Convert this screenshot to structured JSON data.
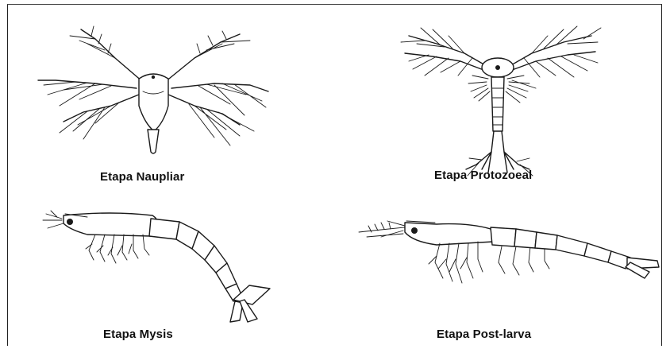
{
  "stages": [
    {
      "id": "naupliar",
      "label": "Etapa Naupliar"
    },
    {
      "id": "protozoeal",
      "label": "Etapa Protozoeal"
    },
    {
      "id": "mysis",
      "label": "Etapa Mysis"
    },
    {
      "id": "postlarva",
      "label": "Etapa Post-larva"
    }
  ],
  "colors": {
    "ink": "#1a1a1a",
    "background": "#ffffff",
    "frame": "#222222"
  }
}
